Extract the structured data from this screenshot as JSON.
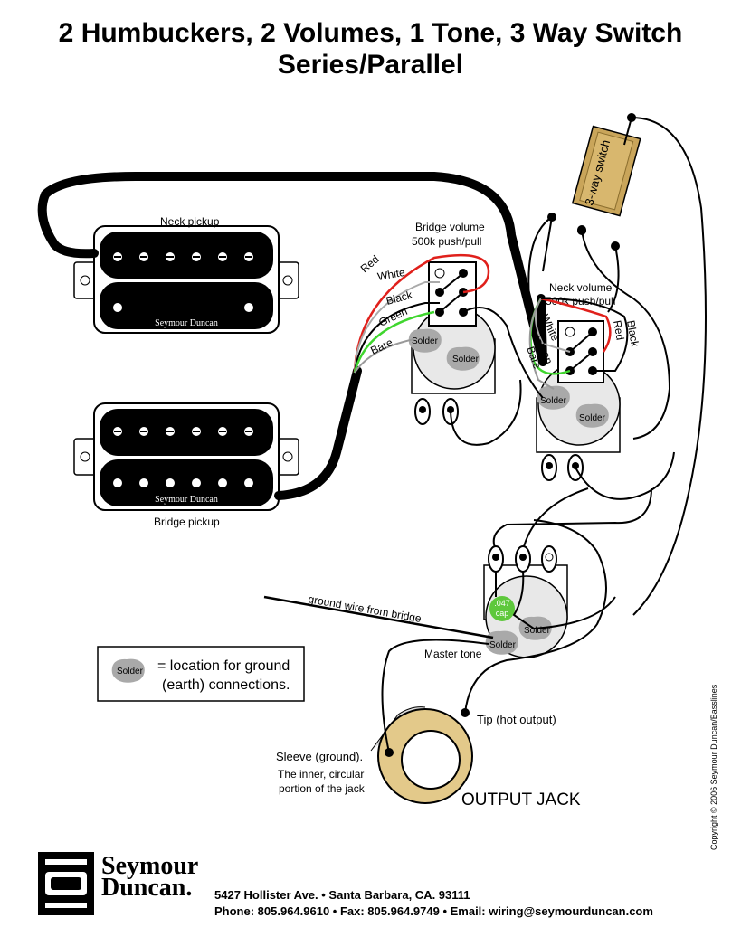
{
  "title": {
    "line1": "2 Humbuckers, 2 Volumes, 1 Tone, 3 Way Switch",
    "line2": "Series/Parallel"
  },
  "labels": {
    "neck_pickup": "Neck pickup",
    "bridge_pickup": "Bridge pickup",
    "pickup_brand": "Seymour Duncan",
    "bridge_volume_1": "Bridge volume",
    "bridge_volume_2": "500k push/pull",
    "neck_volume_1": "Neck volume",
    "neck_volume_2": "500k push/pull",
    "switch": "3-way switch",
    "ground_wire": "ground wire from bridge",
    "master_tone": "Master tone",
    "cap_1": ".047",
    "cap_2": "cap",
    "tip": "Tip (hot output)",
    "sleeve_1": "Sleeve (ground).",
    "sleeve_2": "The inner, circular",
    "sleeve_3": "portion of the jack",
    "output_jack": "OUTPUT JACK",
    "solder": "Solder",
    "legend_1": "= location for ground",
    "legend_2": "(earth) connections.",
    "wire_red": "Red",
    "wire_white": "White",
    "wire_black": "Black",
    "wire_green": "Green",
    "wire_bare": "Bare"
  },
  "footer": {
    "brand_1": "Seymour",
    "brand_2": "Duncan.",
    "address": "5427 Hollister Ave. • Santa Barbara, CA. 93111",
    "phone": "Phone: 805.964.9610 • Fax: 805.964.9749 • Email: wiring@seymourduncan.com",
    "copyright": "Copyright © 2006 Seymour Duncan/Basslines"
  },
  "colors": {
    "red_wire": "#e0201b",
    "green_wire": "#3fd62e",
    "switch_body": "#c9a55a",
    "pot_body": "#e8e8e8",
    "solder_blob": "#a9a9a9",
    "cap_green": "#5ec83c",
    "jack_ring": "#e3c98a"
  }
}
